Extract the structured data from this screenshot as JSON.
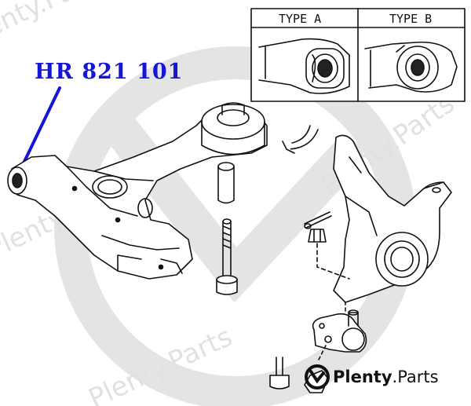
{
  "part_number": "HR 821 101",
  "variants": [
    {
      "label": "TYPE A"
    },
    {
      "label": "TYPE B"
    }
  ],
  "logo": {
    "brand": "Plenty",
    "suffix": ".Parts"
  },
  "watermark": "Plenty.Parts",
  "colors": {
    "callout": "#1515d6",
    "line": "#111111",
    "watermark": "#cfcfcf"
  }
}
